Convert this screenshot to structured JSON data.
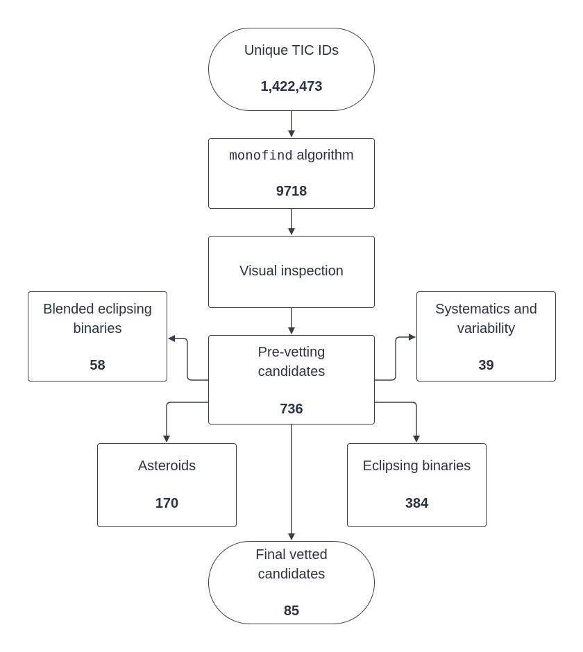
{
  "nodes": {
    "unique_tic": {
      "label": "Unique TIC IDs",
      "count": "1,422,473"
    },
    "monofind": {
      "label_code": "monofind",
      "label_rest": " algorithm",
      "count": "9718"
    },
    "visual": {
      "label": "Visual inspection"
    },
    "pre_vetting": {
      "label_line1": "Pre-vetting",
      "label_line2": "candidates",
      "count": "736"
    },
    "blended": {
      "label_line1": "Blended eclipsing",
      "label_line2": "binaries",
      "count": "58"
    },
    "systematics": {
      "label_line1": "Systematics and",
      "label_line2": "variability",
      "count": "39"
    },
    "asteroids": {
      "label": "Asteroids",
      "count": "170"
    },
    "eclipsing": {
      "label": "Eclipsing binaries",
      "count": "384"
    },
    "final": {
      "label_line1": "Final vetted",
      "label_line2": "candidates",
      "count": "85"
    }
  },
  "colors": {
    "stroke": "#3a3f47",
    "text": "#2b3340",
    "background": "#ffffff"
  }
}
